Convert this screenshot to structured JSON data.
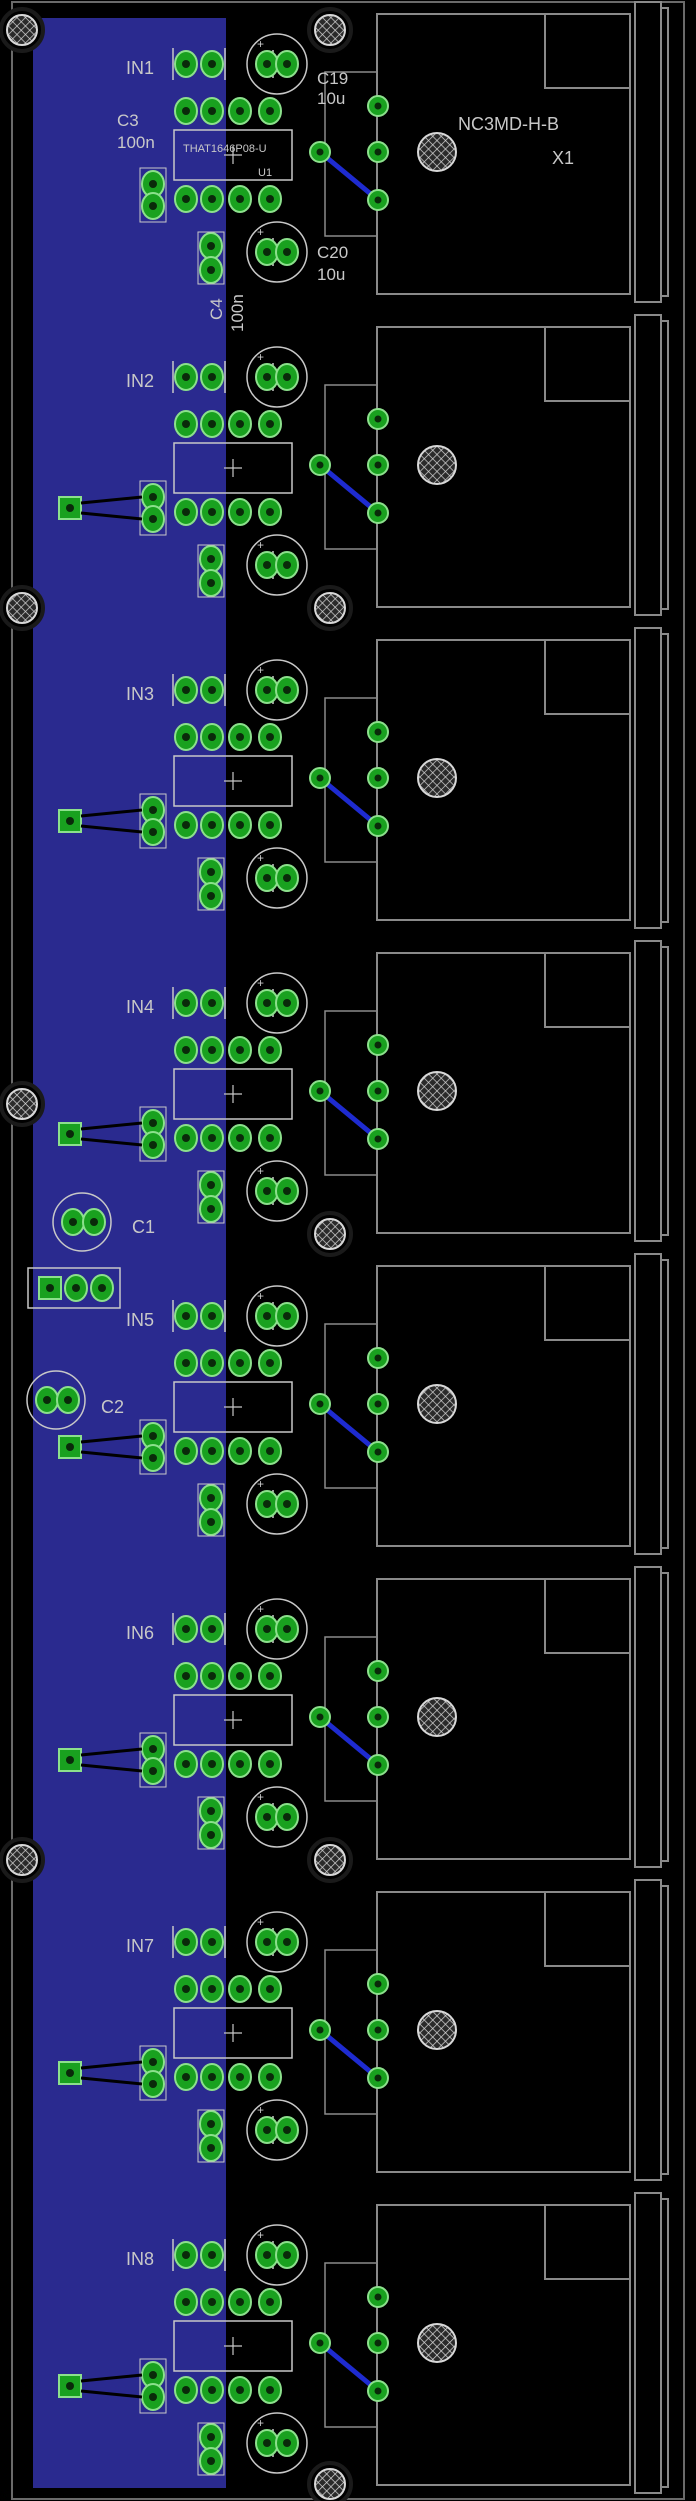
{
  "board": {
    "colors": {
      "background": "#000000",
      "pour": "#2a2a8f",
      "silk": "#c8c8c8",
      "pad": "#19a11f",
      "pad_ring": "#8ce08c",
      "wire": "#1e2bd0",
      "frame": "#8a8a8a"
    },
    "channels": [
      {
        "label": "IN1"
      },
      {
        "label": "IN2"
      },
      {
        "label": "IN3"
      },
      {
        "label": "IN4"
      },
      {
        "label": "IN5"
      },
      {
        "label": "IN6"
      },
      {
        "label": "IN7"
      },
      {
        "label": "IN8"
      }
    ],
    "ch1_labels": {
      "c3": "C3",
      "c3_val": "100n",
      "c19": "C19",
      "c19_val": "10u",
      "c20": "C20",
      "c20_val": "10u",
      "c4": "C4",
      "c4_val": "100n",
      "ic": "THAT1646P08-U",
      "u1": "U1",
      "connector": "NC3MD-H-B",
      "x1": "X1"
    },
    "misc_labels": {
      "c1": "C1",
      "c2": "C2"
    }
  }
}
